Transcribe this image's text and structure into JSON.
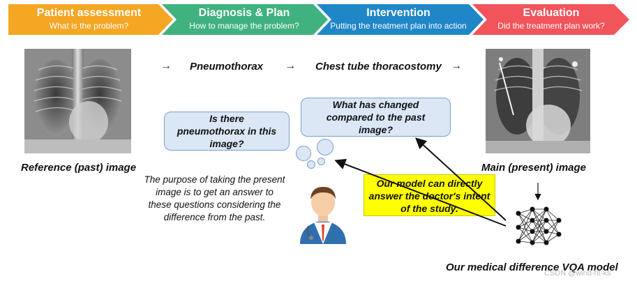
{
  "steps": [
    {
      "title": "Patient assessment",
      "subtitle": "What is the problem?",
      "color": "#f5a623"
    },
    {
      "title": "Diagnosis & Plan",
      "subtitle": "How to manage the problem?",
      "color": "#3fb27f"
    },
    {
      "title": "Intervention",
      "subtitle": "Putting the treatment plan into action",
      "color": "#1f87c8"
    },
    {
      "title": "Evaluation",
      "subtitle": "Did the treatment plan work?",
      "color": "#f2545b"
    }
  ],
  "flow": {
    "diagnosis": "Pneumothorax",
    "treatment": "Chest tube thoracostomy",
    "arrow": "→"
  },
  "questions": {
    "q1": "Is there pneumothorax in this image?",
    "q2": "What has changed compared to the past image?"
  },
  "captions": {
    "reference": "Reference (past) image",
    "main": "Main (present) image",
    "model": "Our medical difference VQA model"
  },
  "purpose_text": "The purpose of taking the present image is to get an answer to these questions considering the difference from the past.",
  "highlight_text": "Our model can directly answer the doctor's intent of the study.",
  "watermark": "CSDN @wind-nt-ks",
  "icons": [
    "chest-xray-image",
    "doctor-avatar-icon",
    "neural-network-icon"
  ]
}
